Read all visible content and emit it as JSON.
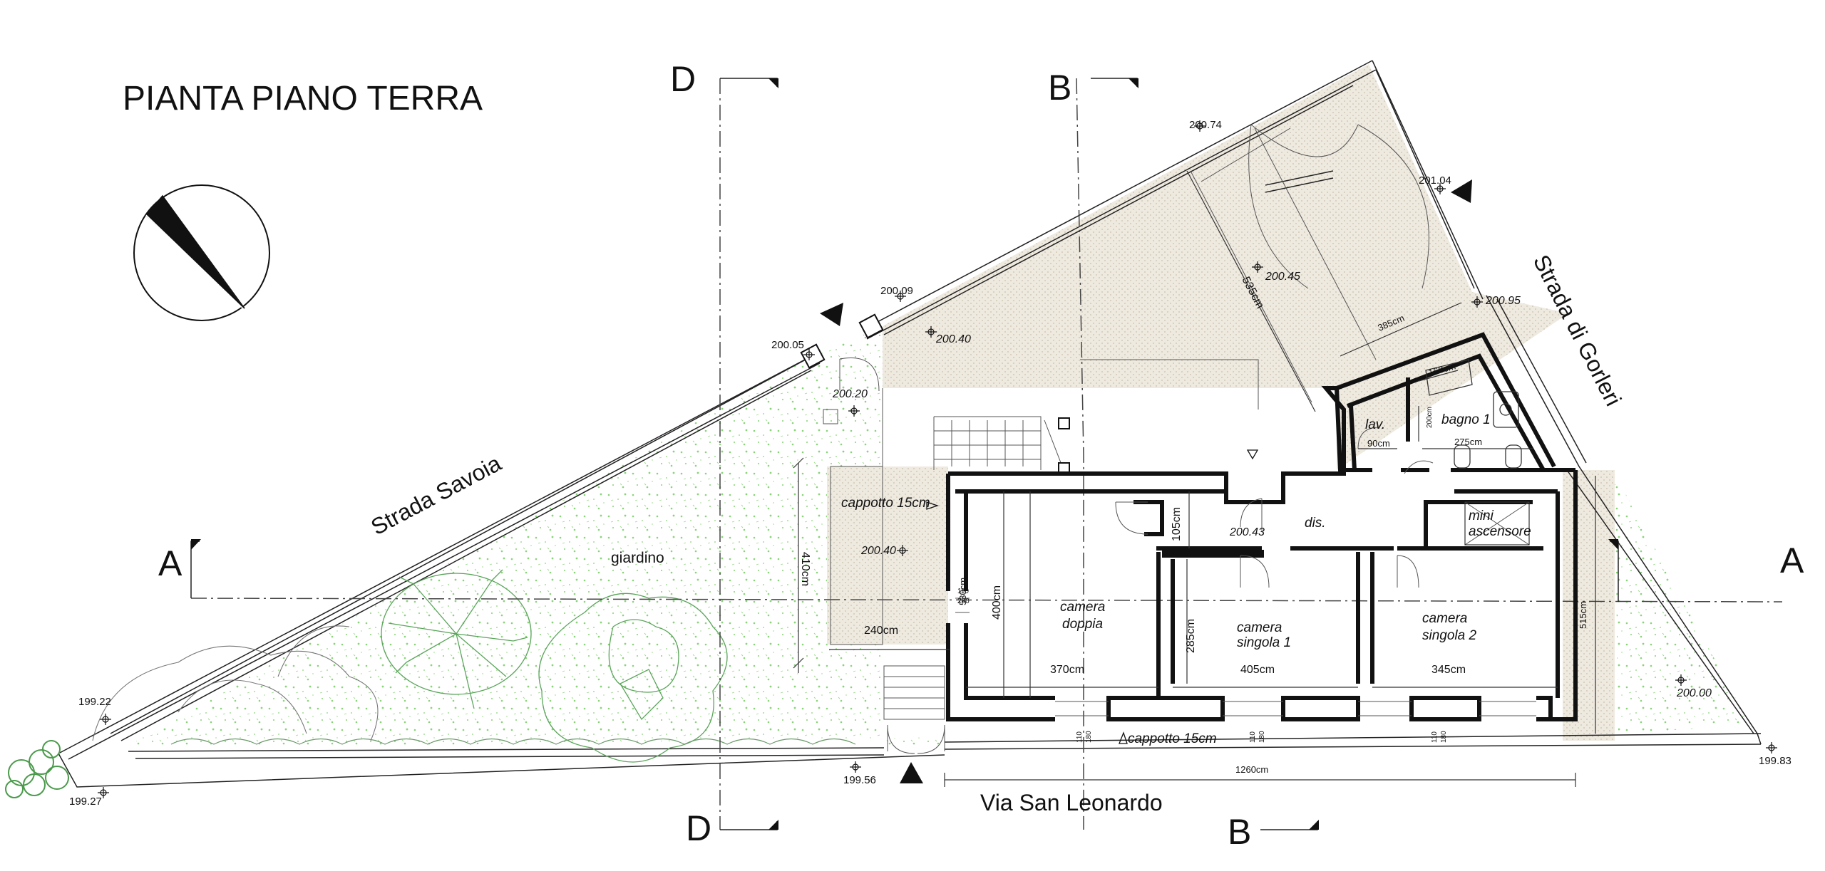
{
  "title": "PIANTA PIANO TERRA",
  "streets": {
    "savoia": "Strada Savoia",
    "gorleri": "Strada di Gorleri",
    "leonardo": "Via San Leonardo"
  },
  "sections": {
    "a_left": "A",
    "a_right": "A",
    "b_top": "B",
    "b_bottom": "B",
    "d_top": "D",
    "d_bottom": "D"
  },
  "rooms": {
    "giardino": "giardino",
    "camera_doppia_1": "camera",
    "camera_doppia_2": "doppia",
    "camera_singola1_1": "camera",
    "camera_singola1_2": "singola 1",
    "camera_singola2_1": "camera",
    "camera_singola2_2": "singola 2",
    "bagno": "bagno 1",
    "lav": "lav.",
    "dis": "dis.",
    "mini_1": "mini",
    "mini_2": "ascensore"
  },
  "labels": {
    "cappotto_left": "cappotto 15cm",
    "cappotto_bottom": "cappotto 15cm"
  },
  "dimensions": {
    "d410": "410cm",
    "d240": "240cm",
    "d530": "530cm",
    "d400": "400cm",
    "d370": "370cm",
    "d405": "405cm",
    "d345": "345cm",
    "d285": "285cm",
    "d105": "105cm",
    "d515": "515cm",
    "d1260": "1260cm",
    "d535": "535cm",
    "d385": "385cm",
    "d168": "168cm",
    "d90": "90cm",
    "d275": "275cm",
    "d200": "200cm",
    "w110_1": "110",
    "w260": "260",
    "w110_2": "110",
    "w180_2": "180",
    "w110_3": "110",
    "w180_3": "180",
    "w110_4": "110",
    "w180_4": "180"
  },
  "elevations": {
    "e20074": "200.74",
    "e20104": "201.04",
    "e20009": "200.09",
    "e20005": "200.05",
    "e20095": "200.95",
    "e20045": "200.45",
    "e20040a": "200.40",
    "e20020": "200.20",
    "e20040b": "200.40",
    "e20043": "200.43",
    "e20000": "200.00",
    "e19922": "199.22",
    "e19927": "199.27",
    "e19956": "199.56",
    "e19983": "199.83"
  },
  "colors": {
    "wall": "#111111",
    "garden_dots": "#7ccf6a",
    "tree_lines": "#5aa55a",
    "paving_fill": "#efeae0",
    "paving_dots": "#c8c0ae"
  }
}
